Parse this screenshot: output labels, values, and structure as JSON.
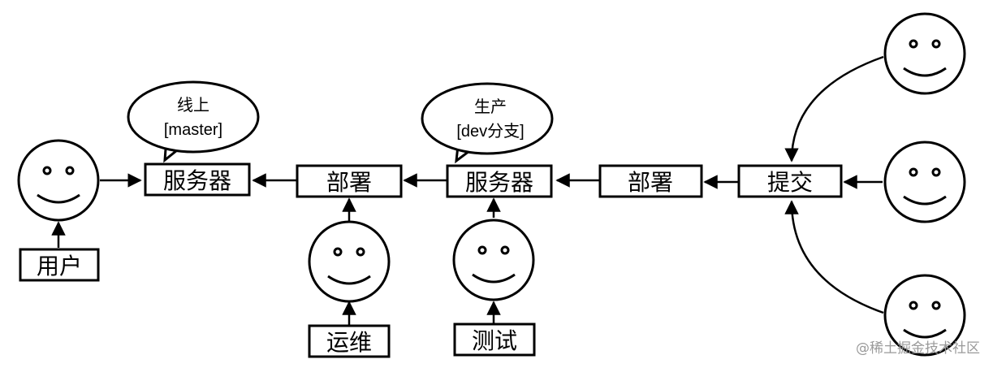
{
  "boxes": {
    "user": "用户",
    "server_prod": "服务器",
    "deploy_prod": "部署",
    "server_dev": "服务器",
    "deploy_dev": "部署",
    "commit": "提交",
    "ops": "运维",
    "test": "测试"
  },
  "bubbles": {
    "prod": {
      "line1": "线上",
      "line2": "[master]"
    },
    "dev": {
      "line1": "生产",
      "line2": "[dev分支]"
    }
  },
  "watermark": "@稀土掘金技术社区",
  "colors": {
    "stroke": "#000000",
    "background": "#ffffff",
    "watermark": "#9a9a9a"
  },
  "icons": [
    "smiley-face-icon",
    "speech-bubble-icon",
    "arrow-icon"
  ]
}
